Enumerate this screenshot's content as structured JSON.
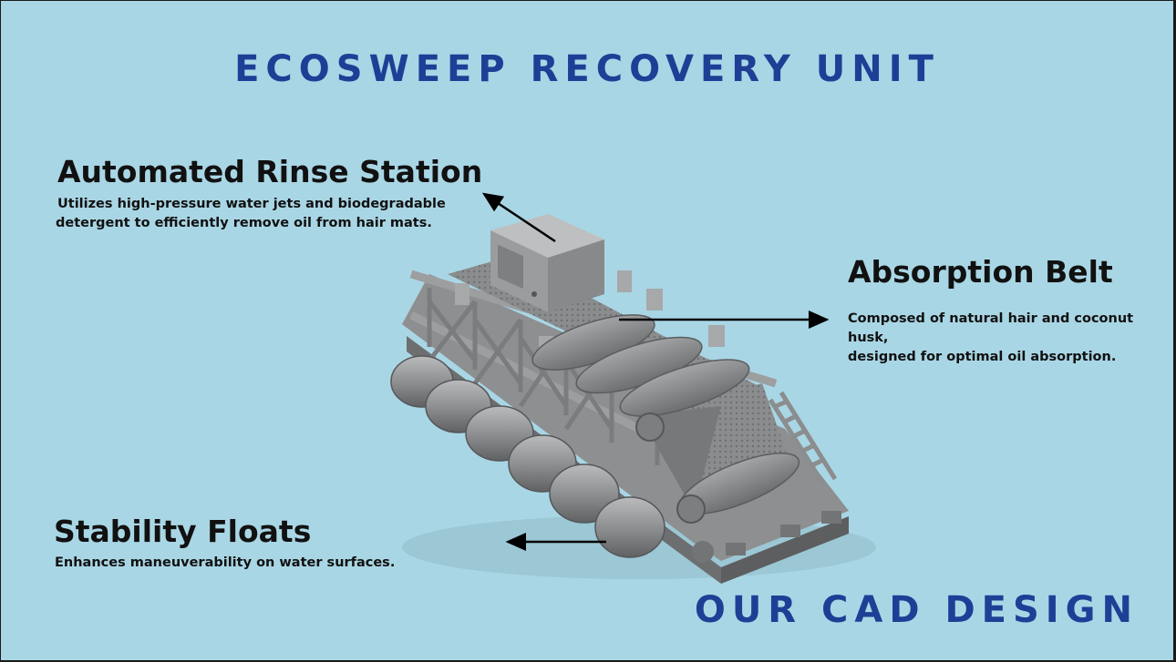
{
  "title": "ECOSWEEP RECOVERY UNIT",
  "footer": "OUR CAD DESIGN",
  "callouts": {
    "rinse": {
      "heading": "Automated Rinse Station",
      "description_lines": [
        "Utilizes high-pressure water jets and biodegradable",
        "detergent to efficiently remove oil from hair mats."
      ]
    },
    "belt": {
      "heading": "Absorption Belt",
      "description_lines": [
        "Composed of natural hair and coconut husk,",
        "designed for optimal oil absorption."
      ]
    },
    "floats": {
      "heading": "Stability Floats",
      "description_lines": [
        "Enhances maneuverability on water surfaces."
      ]
    }
  },
  "colors": {
    "background": "#a9d6e5",
    "title": "#1f3f96",
    "text": "#111111"
  }
}
